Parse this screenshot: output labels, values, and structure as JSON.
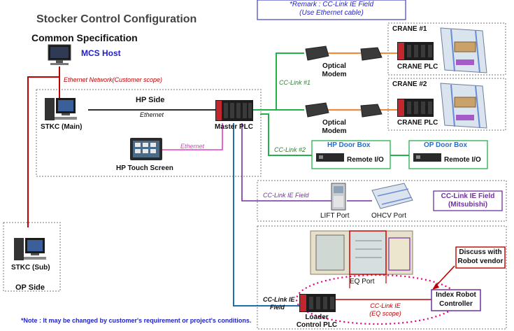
{
  "title": "Stocker Control Configuration",
  "subtitle": "Common Specification",
  "remark": {
    "line1": "*Remark : CC-Link IE Field",
    "line2": "(Use Ethernet cable)"
  },
  "mcs_host": "MCS Host",
  "ethernet_network_label": "Ethernet Network(Customer scope)",
  "hp_side": "HP Side",
  "ethernet_label_1": "Ethernet",
  "ethernet_label_2": "Ethernet",
  "stkc_main": "STKC (Main)",
  "master_plc": "Master PLC",
  "hp_touch_screen": "HP Touch Screen",
  "cc_link_1": "CC-Link #1",
  "cc_link_2": "CC-Link #2",
  "optical_modem_1": {
    "line1": "Optical",
    "line2": "Modem"
  },
  "optical_modem_2": {
    "line1": "Optical",
    "line2": "Modem"
  },
  "crane_1_title": "CRANE #1",
  "crane_1_plc": "CRANE PLC",
  "crane_2_title": "CRANE #2",
  "crane_2_plc": "CRANE PLC",
  "hp_door_box": "HP Door Box",
  "op_door_box": "OP Door Box",
  "remote_io_1": "Remote I/O",
  "remote_io_2": "Remote I/O",
  "cc_link_ie_field": "CC-Link IE Field",
  "lift_port": "LIFT Port",
  "ohcv_port": "OHCV  Port",
  "cc_link_ie_mitsubishi": {
    "line1": "CC-Link IE Field",
    "line2": "(Mitsubishi)"
  },
  "stkc_sub": "STKC (Sub)",
  "op_side": "OP Side",
  "eq_port": "EQ  Port",
  "discuss": {
    "line1": "Discuss with",
    "line2": "Robot vendor"
  },
  "index_robot": {
    "line1": "Index Robot",
    "line2": "Controller"
  },
  "cc_link_ie_field_left": {
    "line1": "CC-Link IE",
    "line2": "Field"
  },
  "loader_plc": {
    "line1": "Loader",
    "line2": "Control PLC"
  },
  "cc_link_ie_eq": {
    "line1": "CC-Link IE",
    "line2": "(EQ scope)"
  },
  "note": "*Note : It may be changed by customer's requirement or project's conditions.",
  "colors": {
    "ethernet": "#c00000",
    "cc_link": "#22b14c",
    "ie_field_purple": "#7030a0",
    "loader_blue": "#1f6fa8",
    "pink": "#e040c0",
    "remark_blue": "#1f1fc8",
    "cc_link_text": "#2e7d32",
    "door_box_blue": "#1f6fd0"
  }
}
